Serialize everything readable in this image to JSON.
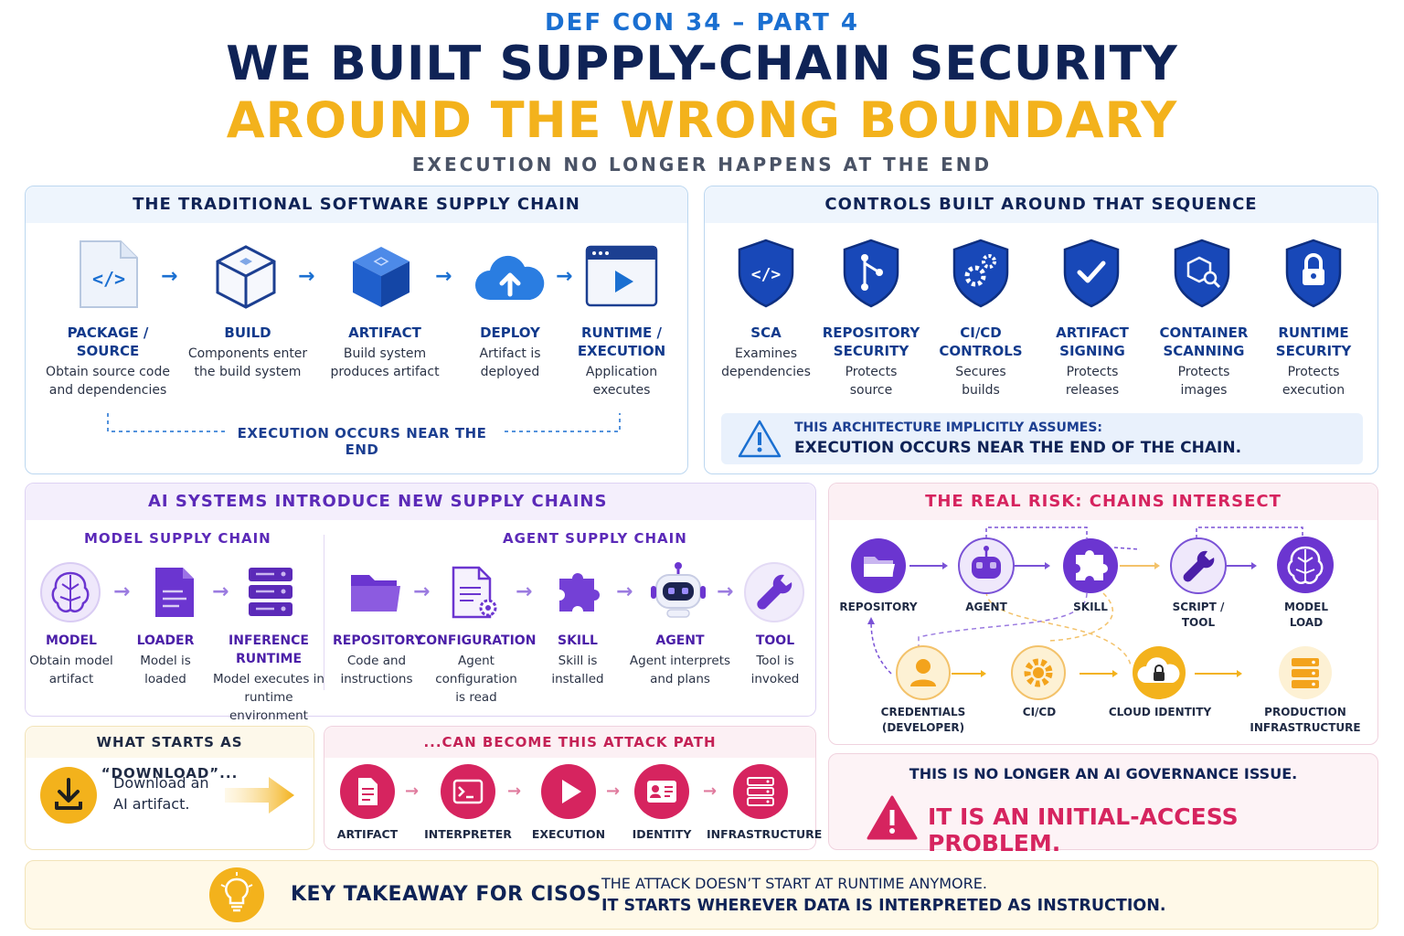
{
  "header": {
    "kicker": "DEF CON 34 – PART 4",
    "title_line1": "WE BUILT SUPPLY-CHAIN SECURITY",
    "title_line2": "AROUND THE WRONG BOUNDARY",
    "subtitle": "EXECUTION NO LONGER HAPPENS AT THE END"
  },
  "traditional": {
    "title": "THE TRADITIONAL SOFTWARE SUPPLY CHAIN",
    "steps": [
      {
        "label_l1": "PACKAGE /",
        "label_l2": "SOURCE",
        "desc_l1": "Obtain source code",
        "desc_l2": "and dependencies",
        "icon": "code-file-icon"
      },
      {
        "label_l1": "BUILD",
        "label_l2": "",
        "desc_l1": "Components enter",
        "desc_l2": "the build system",
        "icon": "cube-outline-icon"
      },
      {
        "label_l1": "ARTIFACT",
        "label_l2": "",
        "desc_l1": "Build system",
        "desc_l2": "produces artifact",
        "icon": "cube-solid-icon"
      },
      {
        "label_l1": "DEPLOY",
        "label_l2": "",
        "desc_l1": "Artifact is",
        "desc_l2": "deployed",
        "icon": "cloud-upload-icon"
      },
      {
        "label_l1": "RUNTIME /",
        "label_l2": "EXECUTION",
        "desc_l1": "Application",
        "desc_l2": "executes",
        "icon": "play-window-icon"
      }
    ],
    "footer_note": "EXECUTION OCCURS NEAR THE END"
  },
  "controls": {
    "title": "CONTROLS BUILT AROUND THAT SEQUENCE",
    "items": [
      {
        "label_l1": "SCA",
        "label_l2": "",
        "desc_l1": "Examines",
        "desc_l2": "dependencies",
        "icon": "shield-code-icon"
      },
      {
        "label_l1": "REPOSITORY",
        "label_l2": "SECURITY",
        "desc_l1": "Protects",
        "desc_l2": "source",
        "icon": "shield-branch-icon"
      },
      {
        "label_l1": "CI/CD",
        "label_l2": "CONTROLS",
        "desc_l1": "Secures",
        "desc_l2": "builds",
        "icon": "shield-gear-icon"
      },
      {
        "label_l1": "ARTIFACT SIGNING",
        "label_l2": "",
        "desc_l1": "Protects",
        "desc_l2": "releases",
        "icon": "shield-check-icon"
      },
      {
        "label_l1": "CONTAINER",
        "label_l2": "SCANNING",
        "desc_l1": "Protects",
        "desc_l2": "images",
        "icon": "shield-scan-icon"
      },
      {
        "label_l1": "RUNTIME",
        "label_l2": "SECURITY",
        "desc_l1": "Protects",
        "desc_l2": "execution",
        "icon": "shield-lock-icon"
      }
    ],
    "assumption_l1": "THIS ARCHITECTURE IMPLICITLY ASSUMES:",
    "assumption_l2": "EXECUTION OCCURS NEAR THE END OF THE CHAIN."
  },
  "ai_chains": {
    "title": "AI SYSTEMS INTRODUCE NEW SUPPLY CHAINS",
    "model_chain_title": "MODEL SUPPLY CHAIN",
    "agent_chain_title": "AGENT SUPPLY CHAIN",
    "model_steps": [
      {
        "label": "MODEL",
        "desc_l1": "Obtain model",
        "desc_l2": "artifact",
        "icon": "brain-icon"
      },
      {
        "label": "LOADER",
        "desc_l1": "Model is",
        "desc_l2": "loaded",
        "icon": "loader-file-icon"
      },
      {
        "label": "INFERENCE RUNTIME",
        "desc_l1": "Model executes in",
        "desc_l2": "runtime environment",
        "icon": "server-stack-icon"
      }
    ],
    "agent_steps": [
      {
        "label": "REPOSITORY",
        "desc_l1": "Code and",
        "desc_l2": "instructions",
        "icon": "folder-icon"
      },
      {
        "label": "CONFIGURATION",
        "desc_l1": "Agent configuration",
        "desc_l2": "is read",
        "icon": "config-file-icon"
      },
      {
        "label": "SKILL",
        "desc_l1": "Skill is",
        "desc_l2": "installed",
        "icon": "puzzle-icon"
      },
      {
        "label": "AGENT",
        "desc_l1": "Agent interprets",
        "desc_l2": "and plans",
        "icon": "robot-icon"
      },
      {
        "label": "TOOL",
        "desc_l1": "Tool is",
        "desc_l2": "invoked",
        "icon": "wrench-icon"
      }
    ]
  },
  "risk": {
    "title": "THE REAL RISK: CHAINS INTERSECT",
    "top_nodes": [
      {
        "label_l1": "REPOSITORY",
        "label_l2": "",
        "icon": "folder-icon"
      },
      {
        "label_l1": "AGENT",
        "label_l2": "",
        "icon": "robot-icon"
      },
      {
        "label_l1": "SKILL",
        "label_l2": "",
        "icon": "puzzle-icon"
      },
      {
        "label_l1": "SCRIPT /",
        "label_l2": "TOOL",
        "icon": "wrench-icon"
      },
      {
        "label_l1": "MODEL",
        "label_l2": "LOAD",
        "icon": "brain-icon"
      }
    ],
    "bottom_nodes": [
      {
        "label_l1": "CREDENTIALS",
        "label_l2": "(DEVELOPER)",
        "icon": "user-icon"
      },
      {
        "label_l1": "CI/CD",
        "label_l2": "",
        "icon": "gear-icon"
      },
      {
        "label_l1": "CLOUD IDENTITY",
        "label_l2": "",
        "icon": "cloud-lock-icon"
      },
      {
        "label_l1": "PRODUCTION",
        "label_l2": "INFRASTRUCTURE",
        "icon": "server-icon"
      }
    ]
  },
  "download": {
    "title": "WHAT STARTS AS “DOWNLOAD”...",
    "text_l1": "Download an",
    "text_l2": "AI artifact."
  },
  "attack": {
    "title": "...CAN BECOME THIS ATTACK PATH",
    "steps": [
      {
        "label": "ARTIFACT",
        "icon": "document-icon"
      },
      {
        "label": "INTERPRETER",
        "icon": "terminal-icon"
      },
      {
        "label": "EXECUTION",
        "icon": "play-icon"
      },
      {
        "label": "IDENTITY",
        "icon": "id-card-icon"
      },
      {
        "label": "INFRASTRUCTURE",
        "icon": "server-icon"
      }
    ]
  },
  "governance": {
    "line1": "THIS IS NO LONGER AN AI GOVERNANCE ISSUE.",
    "line2": "IT IS AN INITIAL-ACCESS PROBLEM."
  },
  "takeaway": {
    "label": "KEY TAKEAWAY FOR CISOS",
    "line1": "THE ATTACK DOESN’T START AT RUNTIME ANYMORE.",
    "line2": "IT STARTS WHEREVER DATA IS INTERPRETED AS INSTRUCTION."
  },
  "colors": {
    "navy": "#0f2356",
    "gold": "#f3b21c",
    "blue": "#1a6fd1",
    "purple": "#6b35d0",
    "pink": "#d6245f"
  }
}
